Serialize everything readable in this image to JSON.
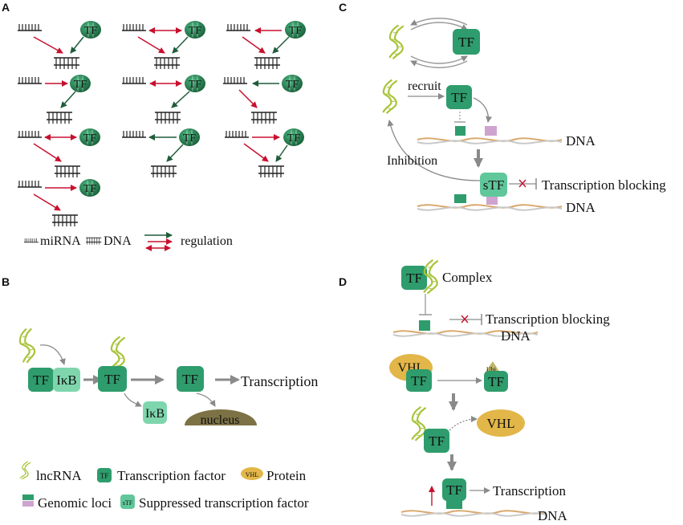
{
  "panels": {
    "a": {
      "label": "A",
      "legend": {
        "mirna": "miRNA",
        "dna": "DNA",
        "regulation": "regulation"
      }
    },
    "b": {
      "label": "B",
      "tf": "TF",
      "ikb": "IκB",
      "transcription": "Transcription",
      "nucleus": "nucleus"
    },
    "c": {
      "label": "C",
      "tf": "TF",
      "stf": "sTF",
      "recruit": "recruit",
      "inhibition": "Inhibition",
      "dna": "DNA",
      "transcription_blocking": "Transcription blocking"
    },
    "d": {
      "label": "D",
      "tf": "TF",
      "complex": "Complex",
      "transcription_blocking": "Transcription blocking",
      "dna": "DNA",
      "vhl": "VHL",
      "ubi": "Ubi",
      "transcription": "Transcription"
    }
  },
  "legend": {
    "lncrna": "lncRNA",
    "tf_icon": "TF",
    "transcription_factor": "Transcription factor",
    "vhl_icon": "VHL",
    "protein": "Protein",
    "genomic_loci": "Genomic loci",
    "stf_icon": "sTF",
    "suppressed_tf": "Suppressed transcription factor"
  },
  "colors": {
    "tf_green": "#2e9c6c",
    "tf_dark": "#1f6e44",
    "light_green": "#5fc79a",
    "ikb_light": "#7fd6ad",
    "arrow_red": "#c8102e",
    "arrow_green": "#1f5c3a",
    "lncrna": "#a8c43a",
    "vhl": "#e2b648",
    "nucleus": "#7d7245",
    "locus_pink": "#cfa3cf",
    "gray": "#888888",
    "dna_strand1": "#d9a86c",
    "dna_strand2": "#c7c7c7"
  }
}
